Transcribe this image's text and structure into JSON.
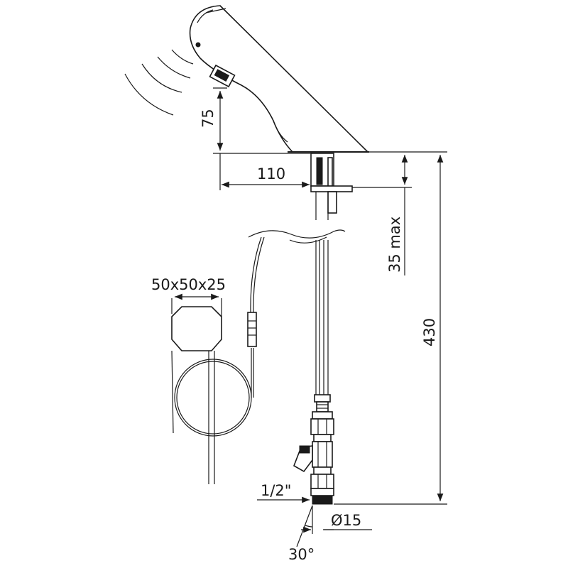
{
  "drawing": {
    "dimensions": {
      "sensor_height": "75",
      "spout_reach": "110",
      "deck_thickness": "35 max",
      "total_height": "430",
      "box_size": "50x50x25",
      "thread": "1/2\"",
      "pipe_diameter": "Ø15",
      "angle": "30°"
    }
  }
}
